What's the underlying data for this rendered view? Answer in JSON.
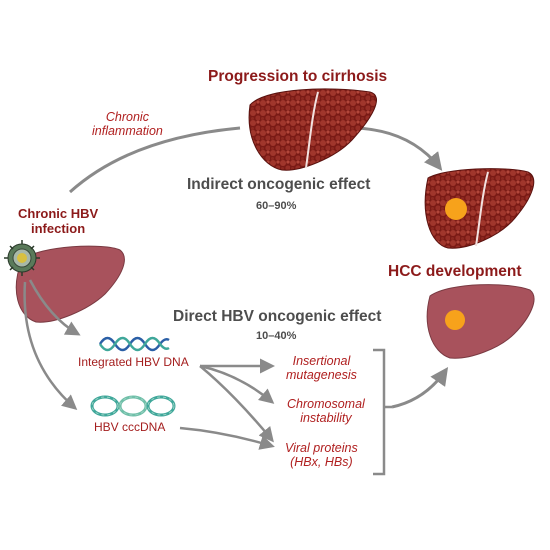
{
  "labels": {
    "progression": "Progression to cirrhosis",
    "chronic_inflammation_1": "Chronic",
    "chronic_inflammation_2": "inflammation",
    "indirect_title": "Indirect oncogenic effect",
    "indirect_pct": "60–90%",
    "chronic_hbv_1": "Chronic HBV",
    "chronic_hbv_2": "infection",
    "hcc": "HCC development",
    "direct_title": "Direct HBV oncogenic effect",
    "direct_pct": "10–40%",
    "integrated_dna": "Integrated HBV DNA",
    "cccdna": "HBV cccDNA",
    "insertional_1": "Insertional",
    "insertional_2": "mutagenesis",
    "chromosomal_1": "Chromosomal",
    "chromosomal_2": "instability",
    "viral_1": "Viral proteins",
    "viral_2": "(HBx, HBs)"
  },
  "colors": {
    "title_red": "#8c1a1a",
    "label_red": "#b02020",
    "liver": "#a8525c",
    "cirrhotic_liver": "#8a1f1a",
    "tumor": "#f7a21b",
    "arrow": "#8a8a8a",
    "dna_blue": "#2b5fa6",
    "dna_teal": "#3fa79a"
  }
}
